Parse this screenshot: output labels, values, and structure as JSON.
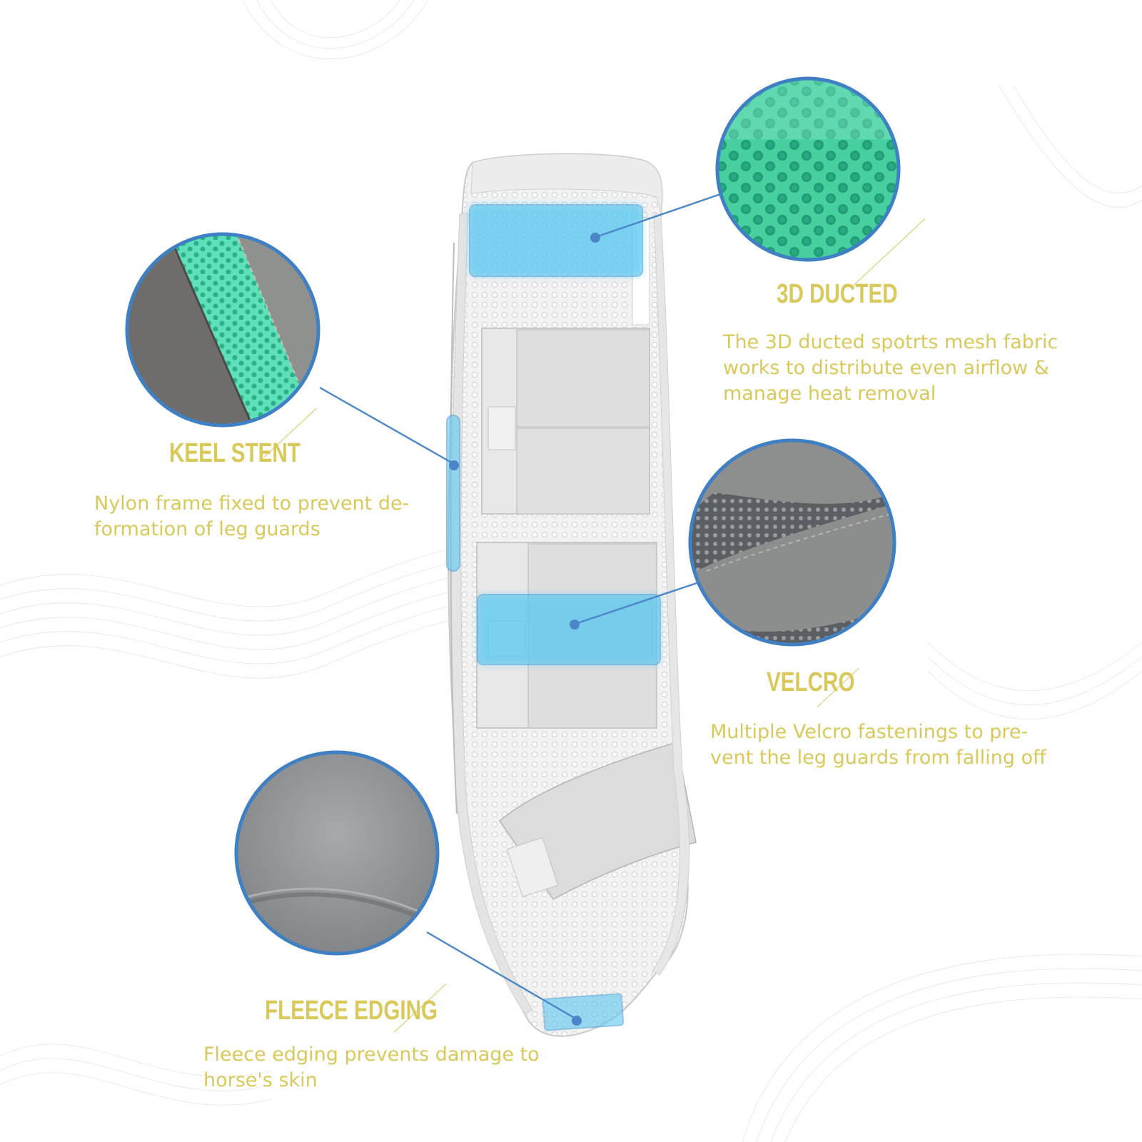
{
  "colors": {
    "accent_text": "#d9c85a",
    "callout_line": "#4a86c8",
    "highlight_fill": "#5bc8f0",
    "mesh_green": "#55d8ae",
    "felt_gray": "#8a8a88",
    "fleece_gray": "#9a9c9e"
  },
  "icons": {
    "mesh_detail": "mesh-fabric-swatch-icon",
    "keel_detail": "keel-stent-swatch-icon",
    "velcro_detail": "velcro-swatch-icon",
    "fleece_detail": "fleece-swatch-icon",
    "product": "horse-leg-guard-boot-illustration"
  },
  "callouts": {
    "ducted": {
      "title": "3D DUCTED",
      "description": "The 3D ducted spotrts mesh fabric\nworks to distribute even airflow &\nmanage heat removal"
    },
    "keel": {
      "title": "KEEL STENT",
      "description": "Nylon frame fixed to prevent de-\nformation of leg guards"
    },
    "velcro": {
      "title": "VELCRO",
      "description": "Multiple Velcro fastenings to pre-\nvent the leg guards from falling off"
    },
    "fleece": {
      "title": "FLEECE EDGING",
      "description": "Fleece edging prevents damage to\nhorse's skin"
    }
  }
}
